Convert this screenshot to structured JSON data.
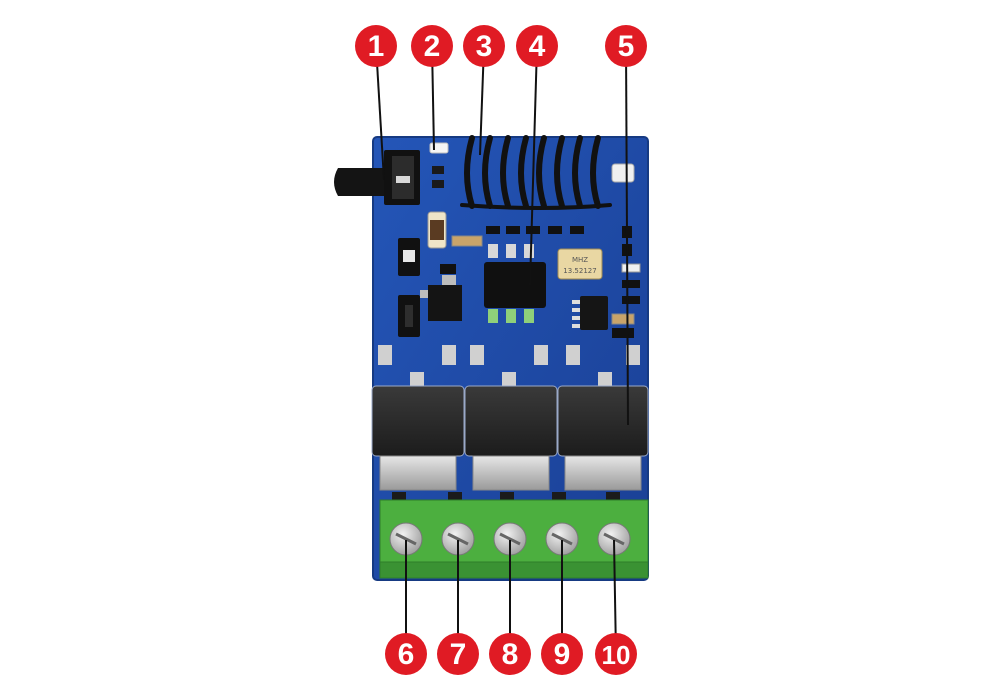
{
  "colors": {
    "pcb": "#1f4aa8",
    "pcb_edge": "#173a86",
    "callout": "#e01b24",
    "callout_line": "#111111",
    "terminal_green": "#4caf3f",
    "antenna": "#141414",
    "crystal": "#e9d7a3"
  },
  "icons": [
    "callout-marker",
    "screw-terminal",
    "antenna-coil",
    "led"
  ],
  "crystal_label": {
    "line1": "MHZ",
    "line2": "13.52127"
  },
  "callouts": [
    {
      "id": 1,
      "label": "1"
    },
    {
      "id": 2,
      "label": "2"
    },
    {
      "id": 3,
      "label": "3"
    },
    {
      "id": 4,
      "label": "4"
    },
    {
      "id": 5,
      "label": "5"
    },
    {
      "id": 6,
      "label": "6"
    },
    {
      "id": 7,
      "label": "7"
    },
    {
      "id": 8,
      "label": "8"
    },
    {
      "id": 9,
      "label": "9"
    },
    {
      "id": 10,
      "label": "10"
    }
  ]
}
